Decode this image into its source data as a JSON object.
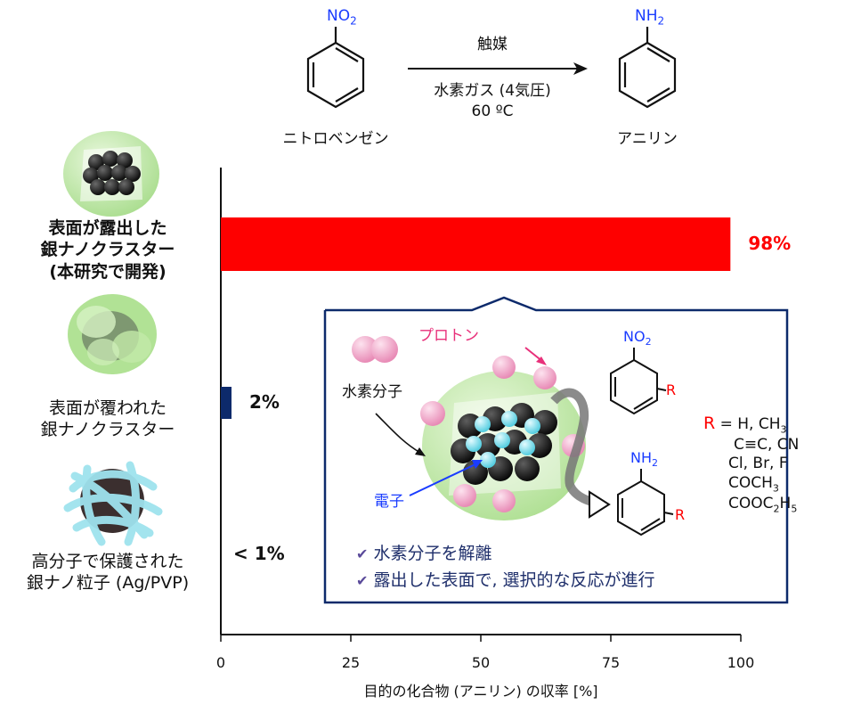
{
  "reaction": {
    "reactant_group": "NO",
    "reactant_group_sub": "2",
    "reactant_name": "ニトロベンゼン",
    "catalyst": "触媒",
    "conditions_1": "水素ガス (4気圧)",
    "conditions_2": "60 ºC",
    "product_group": "NH",
    "product_group_sub": "2",
    "product_name": "アニリン"
  },
  "chart_data": {
    "type": "bar",
    "orientation": "horizontal",
    "categories": [
      "表面が露出した 銀ナノクラスター (本研究で開発)",
      "表面が覆われた 銀ナノクラスター",
      "高分子で保護された 銀ナノ粒子 (Ag/PVP)"
    ],
    "category_lines": [
      [
        "表面が露出した",
        "銀ナノクラスター",
        "(本研究で開発)"
      ],
      [
        "表面が覆われた",
        "銀ナノクラスター"
      ],
      [
        "高分子で保護された",
        "銀ナノ粒子 (Ag/PVP)"
      ]
    ],
    "values": [
      98,
      2,
      0.5
    ],
    "value_labels": [
      "98%",
      "2%",
      "< 1%"
    ],
    "xlabel": "目的の化合物 (アニリン) の収率 [%]",
    "xlim": [
      0,
      100
    ],
    "xticks": [
      "0",
      "25",
      "50",
      "75",
      "100"
    ],
    "bar_colors": [
      "#fe0000",
      "#0d2a6b",
      "#0d2a6b"
    ],
    "grid": false
  },
  "inset": {
    "proton_label": "プロトン",
    "hydrogen_label": "水素分子",
    "electron_label": "電子",
    "substrate_group": "NO",
    "substrate_group_sub": "2",
    "product_group": "NH",
    "product_group_sub": "2",
    "r_symbol": "R",
    "r_list": {
      "line1_eq": " = H, CH",
      "line1_sub": "3",
      "line2": "C≡C, CN",
      "line3": "Cl, Br, F",
      "line4_main": "COCH",
      "line4_sub": "3",
      "line5_main": "COOC",
      "line5_sub1": "2",
      "line5_mid": "H",
      "line5_sub2": "5"
    },
    "check_1": "水素分子を解離",
    "check_2": "露出した表面で, 選択的な反応が進行"
  },
  "colors": {
    "red": "#fe0000",
    "navy": "#0d2a6b",
    "blue": "#1a3cff",
    "pink": "#e8307a",
    "green_shell": "#bde8a0",
    "cyan": "#7fe3ef"
  }
}
